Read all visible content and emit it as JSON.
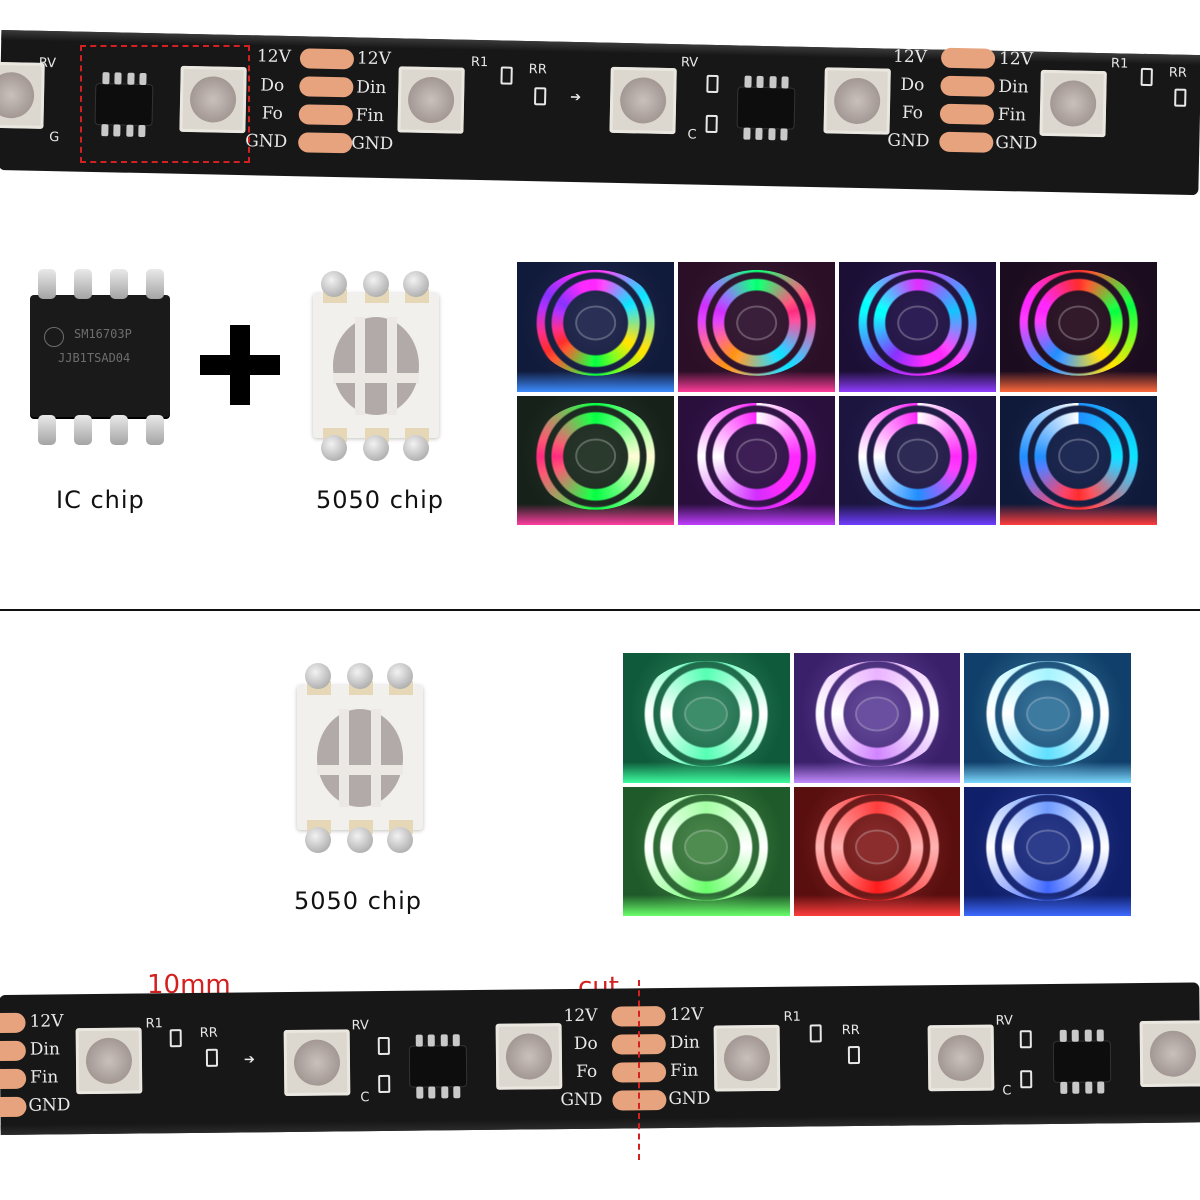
{
  "top_strip": {
    "labels": {
      "v12": "12V",
      "do": "Do",
      "din": "Din",
      "fo": "Fo",
      "fin": "Fin",
      "gnd": "GND",
      "rv": "RV",
      "r1": "R1",
      "rr": "RR",
      "c": "C",
      "g": "G"
    }
  },
  "chips": {
    "ic_marking_line1": "SM16703P",
    "ic_marking_line2": "JJB1TSAD04",
    "ic_caption": "IC chip",
    "led_caption": "5050 chip",
    "led_caption_bottom": "5050 chip"
  },
  "top_grid": {
    "tiles": [
      {
        "bg": "#101a3a",
        "ring": "conic-gradient(#ff3df0,#3dd9ff,#ffe13d,#3dff6a,#ff3d3d,#7a3dff,#ff3df0)",
        "hub": "#2a2f55",
        "floor": "#3d8cff"
      },
      {
        "bg": "#2a0f26",
        "ring": "conic-gradient(#3dff8c,#ff3d7a,#3dd9ff,#ff9a3d,#b33dff,#3dff8c)",
        "hub": "#3a1f3a",
        "floor": "#ff3d9a"
      },
      {
        "bg": "#1c0f35",
        "ring": "conic-gradient(#c03dff,#3dbbff,#ff3dd2,#7a3dff,#3dfff0,#c03dff)",
        "hub": "#2d1f55",
        "floor": "#8f3dff"
      },
      {
        "bg": "#1b0c1f",
        "ring": "conic-gradient(#ff3d3d,#3dff6a,#ffe13d,#3d8cff,#ff3df0,#ff3d3d)",
        "hub": "#331a2a",
        "floor": "#ff6a3d"
      },
      {
        "bg": "#16211a",
        "ring": "conic-gradient(#3dff6a,#fffbe0,#3dff6a,#ff3d7a,#3dff6a)",
        "hub": "#2a3a2d",
        "floor": "#ff3da0"
      },
      {
        "bg": "#2a0f3d",
        "ring": "conic-gradient(#ffffff,#ff3df0,#b33dff,#ffffff,#ff3df0)",
        "hub": "#3d1f55",
        "floor": "#c03dff"
      },
      {
        "bg": "#1b1540",
        "ring": "conic-gradient(#ffffff,#ff3dd2,#3d8cff,#ffffff,#ff3dd2)",
        "hub": "#2d2a55",
        "floor": "#6f3dff"
      },
      {
        "bg": "#0f1a3a",
        "ring": "conic-gradient(#3d8cff,#3dd9ff,#ff3d3d,#3d8cff,#ffffff)",
        "hub": "#1f2a55",
        "floor": "#ff3d3d"
      }
    ]
  },
  "bottom_grid": {
    "tiles": [
      {
        "bg": "#0e5a3a",
        "ring": "conic-gradient(#7dffc0,#ffffff,#7dffc0,#ffffff,#7dffc0)",
        "hub": "#3d8c6a",
        "floor": "#3dffa0"
      },
      {
        "bg": "#3a1f6a",
        "ring": "conic-gradient(#e0b8ff,#ffffff,#c38cff,#ffffff,#e0b8ff)",
        "hub": "#6a4fa0",
        "floor": "#c38cff"
      },
      {
        "bg": "#0f3f6a",
        "ring": "conic-gradient(#b8f0ff,#ffffff,#7dd9ff,#ffffff,#b8f0ff)",
        "hub": "#3d7aa0",
        "floor": "#7dd9ff"
      },
      {
        "bg": "#1f5a2a",
        "ring": "conic-gradient(#b8ffb8,#ffffff,#8cff8c,#ffffff,#b8ffb8)",
        "hub": "#4f8c4f",
        "floor": "#6aff6a"
      },
      {
        "bg": "#5a0f0f",
        "ring": "conic-gradient(#ff4d4d,#ffb8b8,#ff2d2d,#ffb8b8,#ff4d4d)",
        "hub": "#8c2d2d",
        "floor": "#ff3d3d"
      },
      {
        "bg": "#0f1f6a",
        "ring": "conic-gradient(#7d9cff,#ffffff,#4d6aff,#ffffff,#7d9cff)",
        "hub": "#2d3d8c",
        "floor": "#3d6aff"
      }
    ]
  },
  "bottom_strip": {
    "dimension_label": "10mm",
    "cut_label": "cut",
    "labels": {
      "v12": "12V",
      "do": "Do",
      "din": "Din",
      "fo": "Fo",
      "fin": "Fin",
      "gnd": "GND",
      "rv": "RV",
      "r1": "R1",
      "rr": "RR",
      "c": "C"
    }
  },
  "colors": {
    "strip": "#171717",
    "pad": "#e7a37d",
    "accent_red": "#d32020"
  }
}
